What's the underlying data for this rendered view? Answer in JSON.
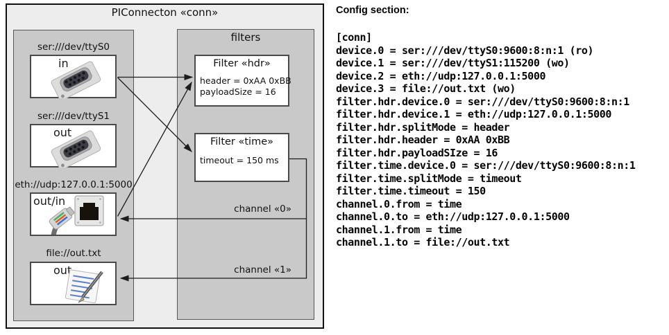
{
  "diagram": {
    "title": "PIConnecton «conn»",
    "devices": [
      {
        "label": "ser:///dev/ttyS0",
        "direction": "in",
        "icon": "serial-connector-icon"
      },
      {
        "label": "ser:///dev/ttyS1",
        "direction": "out",
        "icon": "serial-connector-icon"
      },
      {
        "label": "eth://udp:127.0.0.1:5000",
        "direction": "out/in",
        "icon": "ethernet-icon"
      },
      {
        "label": "file://out.txt",
        "direction": "out",
        "icon": "file-note-icon"
      }
    ],
    "filters_title": "filters",
    "filters": [
      {
        "title": "Filter «hdr»",
        "properties": [
          "header = 0xAA 0xBB",
          "payloadSize = 16"
        ]
      },
      {
        "title": "Filter «time»",
        "properties": [
          "timeout = 150 ms"
        ]
      }
    ],
    "channels": [
      {
        "label": "channel «0»"
      },
      {
        "label": "channel «1»"
      }
    ]
  },
  "config": {
    "heading": "Config section:",
    "lines": [
      "[conn]",
      "device.0 = ser:///dev/ttyS0:9600:8:n:1 (ro)",
      "device.1 = ser:///dev/ttyS1:115200 (wo)",
      "device.2 = eth://udp:127.0.0.1:5000",
      "device.3 = file://out.txt (wo)",
      "filter.hdr.device.0 = ser:///dev/ttyS0:9600:8:n:1",
      "filter.hdr.device.1 = eth://udp:127.0.0.1:5000",
      "filter.hdr.splitMode = header",
      "filter.hdr.header = 0xAA 0xBB",
      "filter.hdr.payloadSIze = 16",
      "filter.time.device.0 = ser:///dev/ttyS0:9600:8:n:1",
      "filter.time.splitMode = timeout",
      "filter.time.timeout = 150",
      "channel.0.from = time",
      "channel.0.to = eth://udp:127.0.0.1:5000",
      "channel.1.from = time",
      "channel.1.to = file://out.txt"
    ]
  },
  "colors": {
    "outer_box_bg": "#ededed",
    "panel_bg": "#c9c9c9",
    "item_box_bg": "#ffffff",
    "border_dark": "#4a4a4a",
    "outer_border": "#101010",
    "arrow_line": "#1c1c1c",
    "text": "#111111"
  }
}
